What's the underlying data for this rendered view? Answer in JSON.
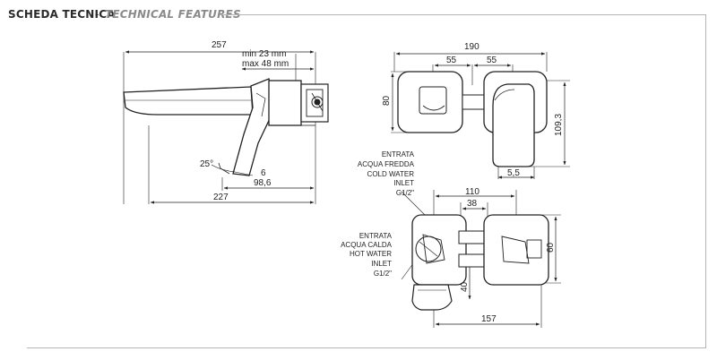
{
  "header": {
    "title": "SCHEDA TECNICA",
    "separator": "-",
    "subtitle": "TECHNICAL FEATURES"
  },
  "side_view": {
    "dim_total_top": "257",
    "dim_wall_min": "min 23 mm",
    "dim_wall_max": "max 48 mm",
    "dim_angle": "25°",
    "dim_spout_height": "6",
    "dim_spout_reach": "98,6",
    "dim_total_bottom": "227"
  },
  "front_view": {
    "dim_width": "190",
    "dim_left_half": "55",
    "dim_right_half": "55",
    "dim_plate_height": "80",
    "dim_handle_height": "109,3",
    "dim_handle_depth": "5,5"
  },
  "body_view": {
    "label_cold": [
      "ENTRATA",
      "ACQUA FREDDA",
      "COLD WATER",
      "INLET",
      "G1/2\""
    ],
    "label_hot": [
      "ENTRATA",
      "ACQUA CALDA",
      "HOT WATER",
      "INLET",
      "G1/2\""
    ],
    "dim_width": "110",
    "dim_inner": "38",
    "dim_height": "60",
    "dim_offset": "40",
    "dim_total": "157"
  }
}
